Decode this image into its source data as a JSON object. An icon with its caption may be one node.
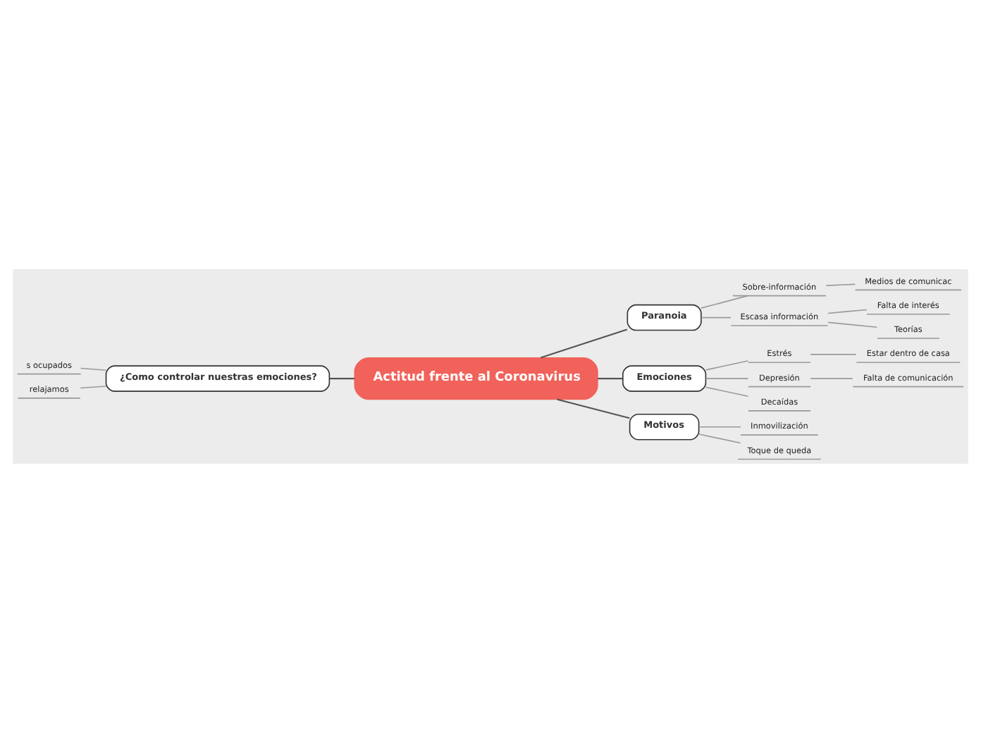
{
  "diagram": {
    "nodes": [
      {
        "text": [
          "Actitud frente al Coronavirus"
        ]
      },
      {
        "text": [
          "¿Como controlar nuestras emociones?"
        ]
      },
      {
        "text": [
          "s ocupados"
        ]
      },
      {
        "text": [
          "relajamos"
        ]
      },
      {
        "text": [
          "Paranoia"
        ]
      },
      {
        "text": [
          "Sobre-información"
        ]
      },
      {
        "text": [
          "Medios de comunicac"
        ]
      },
      {
        "text": [
          "Escasa información"
        ]
      },
      {
        "text": [
          "Falta de interés"
        ]
      },
      {
        "text": [
          "Teorías"
        ]
      },
      {
        "text": [
          "Emociones"
        ]
      },
      {
        "text": [
          "Estrés"
        ]
      },
      {
        "text": [
          "Estar dentro de casa"
        ]
      },
      {
        "text": [
          "Depresión"
        ]
      },
      {
        "text": [
          "Falta de comunicación"
        ]
      },
      {
        "text": [
          "Decaídas"
        ]
      },
      {
        "text": [
          "Motivos"
        ]
      },
      {
        "text": [
          "Inmovilización"
        ]
      },
      {
        "text": [
          "Toque de queda"
        ]
      }
    ],
    "edges": [
      {
        "from": 1,
        "to": 0,
        "arrow": "none",
        "color": "#555555"
      },
      {
        "from": 2,
        "to": 1,
        "arrow": "none"
      },
      {
        "from": 3,
        "to": 1,
        "arrow": "none"
      },
      {
        "from": 0,
        "to": 4,
        "arrow": "none",
        "color": "#555555"
      },
      {
        "from": 4,
        "to": 5,
        "arrow": "none"
      },
      {
        "from": 5,
        "to": 6,
        "arrow": "none"
      },
      {
        "from": 4,
        "to": 7,
        "arrow": "none"
      },
      {
        "from": 7,
        "to": 8,
        "arrow": "none"
      },
      {
        "from": 7,
        "to": 9,
        "arrow": "none"
      },
      {
        "from": 0,
        "to": 10,
        "arrow": "none",
        "color": "#555555"
      },
      {
        "from": 10,
        "to": 11,
        "arrow": "none"
      },
      {
        "from": 11,
        "to": 12,
        "arrow": "none"
      },
      {
        "from": 10,
        "to": 13,
        "arrow": "none"
      },
      {
        "from": 13,
        "to": 14,
        "arrow": "none"
      },
      {
        "from": 10,
        "to": 15,
        "arrow": "none"
      },
      {
        "from": 0,
        "to": 16,
        "arrow": "none",
        "color": "#555555"
      },
      {
        "from": 16,
        "to": 17,
        "arrow": "none"
      },
      {
        "from": 16,
        "to": 18,
        "arrow": "none"
      }
    ]
  }
}
